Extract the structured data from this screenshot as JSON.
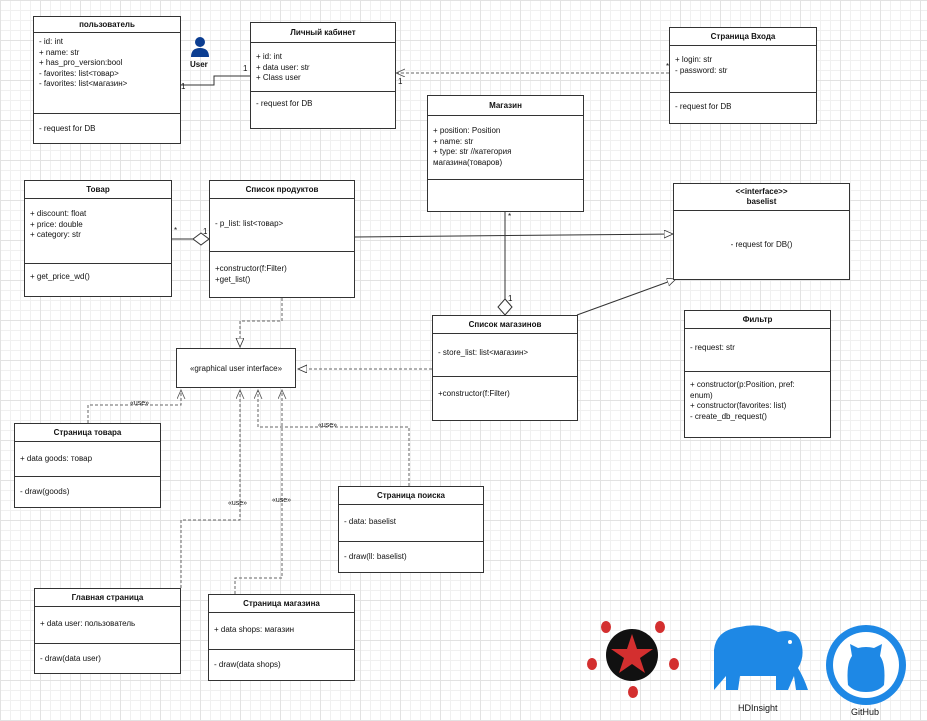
{
  "classes": {
    "user": {
      "title": "пользователь",
      "attrs": [
        "-  id: int",
        "+ name: str",
        "+ has_pro_version:bool",
        "-  favorites: list<товар>",
        "-  favorites: list<магазин>"
      ],
      "methods": [
        "- request for DB"
      ]
    },
    "cabinet": {
      "title": "Личный кабинет",
      "attrs": [
        "+ id: int",
        "+ data user: str",
        "+ Class user"
      ],
      "methods": [
        "- request for DB"
      ]
    },
    "login": {
      "title": "Страница Входа",
      "attrs": [
        "+ login: str",
        "- password: str"
      ],
      "methods": [
        "- request for DB"
      ]
    },
    "shop": {
      "title": "Магазин",
      "attrs": [
        "+ position: Position",
        "+ name: str",
        "+ type: str //категория",
        "магазина(товаров)"
      ],
      "methods": []
    },
    "product": {
      "title": "Товар",
      "attrs": [
        "+ discount: float",
        "+ price: double",
        "+ category: str"
      ],
      "methods": [
        "+ get_price_wd()"
      ]
    },
    "product_list": {
      "title": "Список продуктов",
      "attrs": [
        "- p_list: list<товар>"
      ],
      "methods": [
        "+constructor(f:Filter)",
        "+get_list()"
      ]
    },
    "baselist": {
      "title": "<<interface>>",
      "title2": "baselist",
      "methods": [
        "- request for DB()"
      ]
    },
    "shop_list": {
      "title": "Список магазинов",
      "attrs": [
        "- store_list: list<магазин>"
      ],
      "methods": [
        "+constructor(f:Filter)"
      ]
    },
    "filter": {
      "title": "Фильтр",
      "attrs": [
        "- request:  str"
      ],
      "methods": [
        "+ constructor(p:Position, pref:",
        "enum)",
        "+ constructor(favorites: list)",
        "- create_db_request()"
      ]
    },
    "product_page": {
      "title": "Страница товара",
      "attrs": [
        "+ data goods: товар"
      ],
      "methods": [
        "- draw(goods)"
      ]
    },
    "search_page": {
      "title": "Страница поиска",
      "attrs": [
        "- data: baselist"
      ],
      "methods": [
        "- draw(ll: baselist)"
      ]
    },
    "main_page": {
      "title": "Главная страница",
      "attrs": [
        "+ data user: пользователь"
      ],
      "methods": [
        "- draw(data user)"
      ]
    },
    "shop_page": {
      "title": "Страница магазина",
      "attrs": [
        "+ data shops: магазин"
      ],
      "methods": [
        "- draw(data shops)"
      ]
    }
  },
  "gui": "«graphical user interface»",
  "actor": "User",
  "labels": {
    "use": "«use»",
    "one": "1",
    "many": "*"
  },
  "logos": {
    "hdinsight": "HDInsight",
    "github": "GitHub"
  },
  "colors": {
    "actor": "#0b3d91",
    "hdinsight": "#1e88e5",
    "github": "#1e88e5",
    "bugs": "#d32f2f"
  }
}
